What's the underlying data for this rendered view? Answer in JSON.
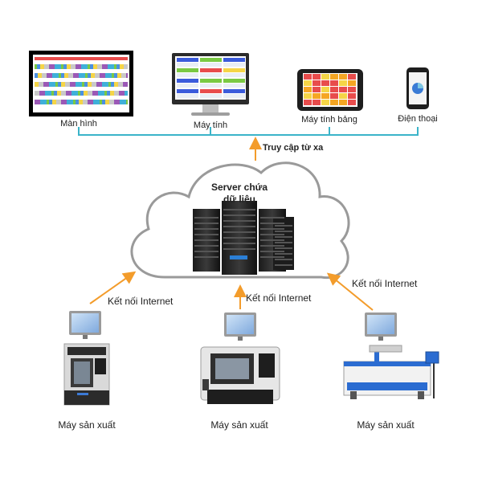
{
  "devices": [
    {
      "name": "Màn hình"
    },
    {
      "name": "Máy tính"
    },
    {
      "name": "Máy tính bảng"
    },
    {
      "name": "Điện thoại"
    }
  ],
  "remote_access_label": "Truy cập từ xa",
  "server_label_line1": "Server chứa",
  "server_label_line2": "dữ liệu",
  "connections": [
    {
      "label": "Kết nối Internet"
    },
    {
      "label": "Kết nối Internet"
    },
    {
      "label": "Kết nối Internet"
    }
  ],
  "machines": [
    {
      "name": "Máy sản xuất"
    },
    {
      "name": "Máy sản xuất"
    },
    {
      "name": "Máy sản xuất"
    }
  ],
  "colors": {
    "bus_line": "#3bb4c9",
    "arrow": "#f39c2b",
    "cloud_stroke": "#9a9a9a",
    "monitor_screen": "#8fb8e8"
  }
}
